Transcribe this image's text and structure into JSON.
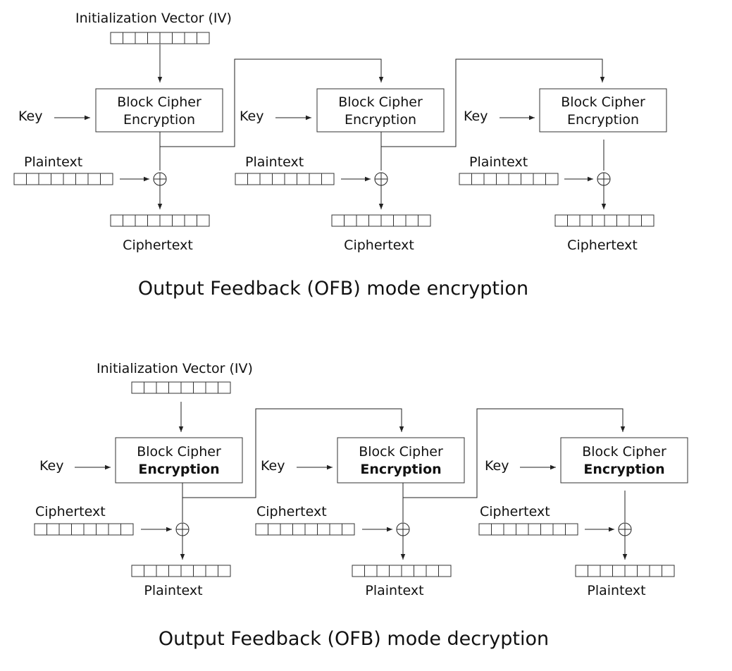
{
  "encryption": {
    "iv_label": "Initialization Vector (IV)",
    "key_label": "Key",
    "cipher_line1": "Block Cipher",
    "cipher_line2": "Encryption",
    "input_label": "Plaintext",
    "output_label": "Ciphertext",
    "caption": "Output Feedback (OFB) mode encryption"
  },
  "decryption": {
    "iv_label": "Initialization Vector (IV)",
    "key_label": "Key",
    "cipher_line1": "Block Cipher",
    "cipher_line2": "Encryption",
    "input_label": "Ciphertext",
    "output_label": "Plaintext",
    "caption": "Output Feedback (OFB) mode decryption"
  }
}
